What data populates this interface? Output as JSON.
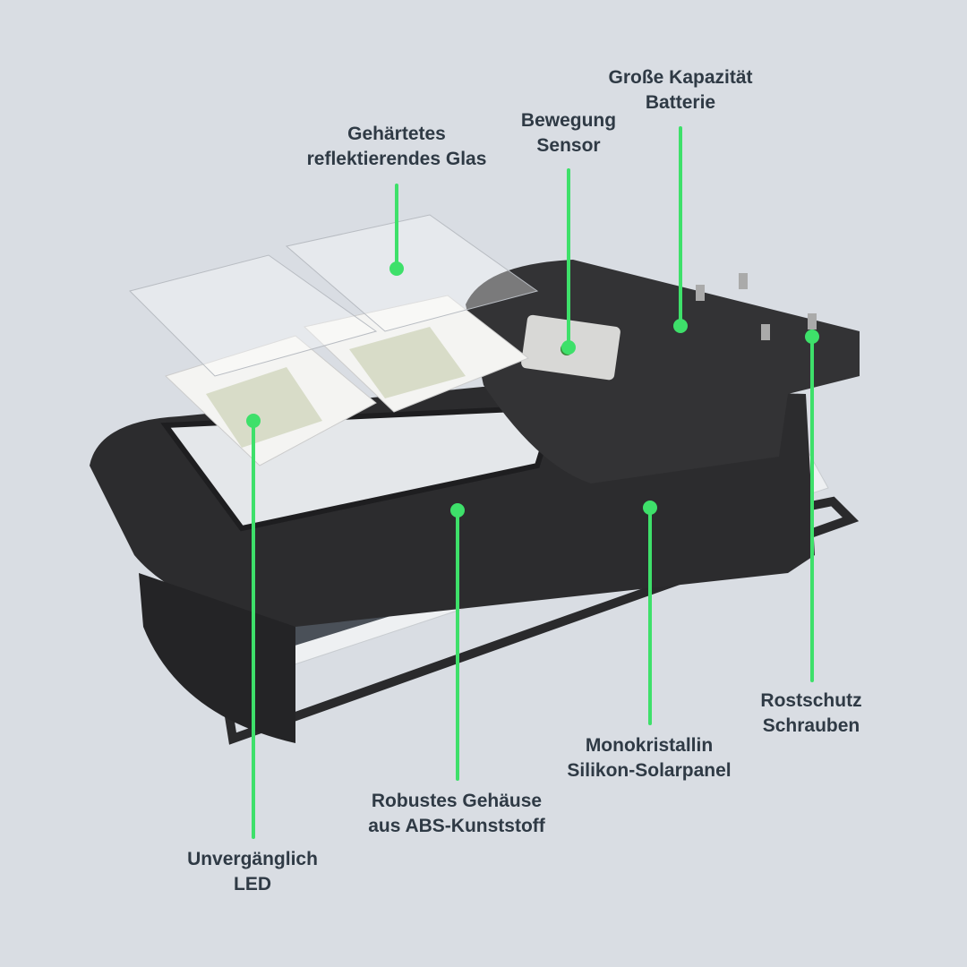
{
  "colors": {
    "background": "#d9dde3",
    "accent": "#3ee06a",
    "text": "#2f3a45"
  },
  "labels": {
    "glass": {
      "line1": "Gehärtetes",
      "line2": "reflektierendes Glas"
    },
    "sensor": {
      "line1": "Bewegung",
      "line2": "Sensor"
    },
    "battery": {
      "line1": "Große Kapazität",
      "line2": "Batterie"
    },
    "screws": {
      "line1": "Rostschutz",
      "line2": "Schrauben"
    },
    "solar": {
      "line1": "Monokristallin",
      "line2": "Silikon-Solarpanel"
    },
    "housing": {
      "line1": "Robustes Gehäuse",
      "line2": "aus ABS-Kunststoff"
    },
    "led": {
      "line1": "Unvergänglich",
      "line2": "LED"
    }
  }
}
